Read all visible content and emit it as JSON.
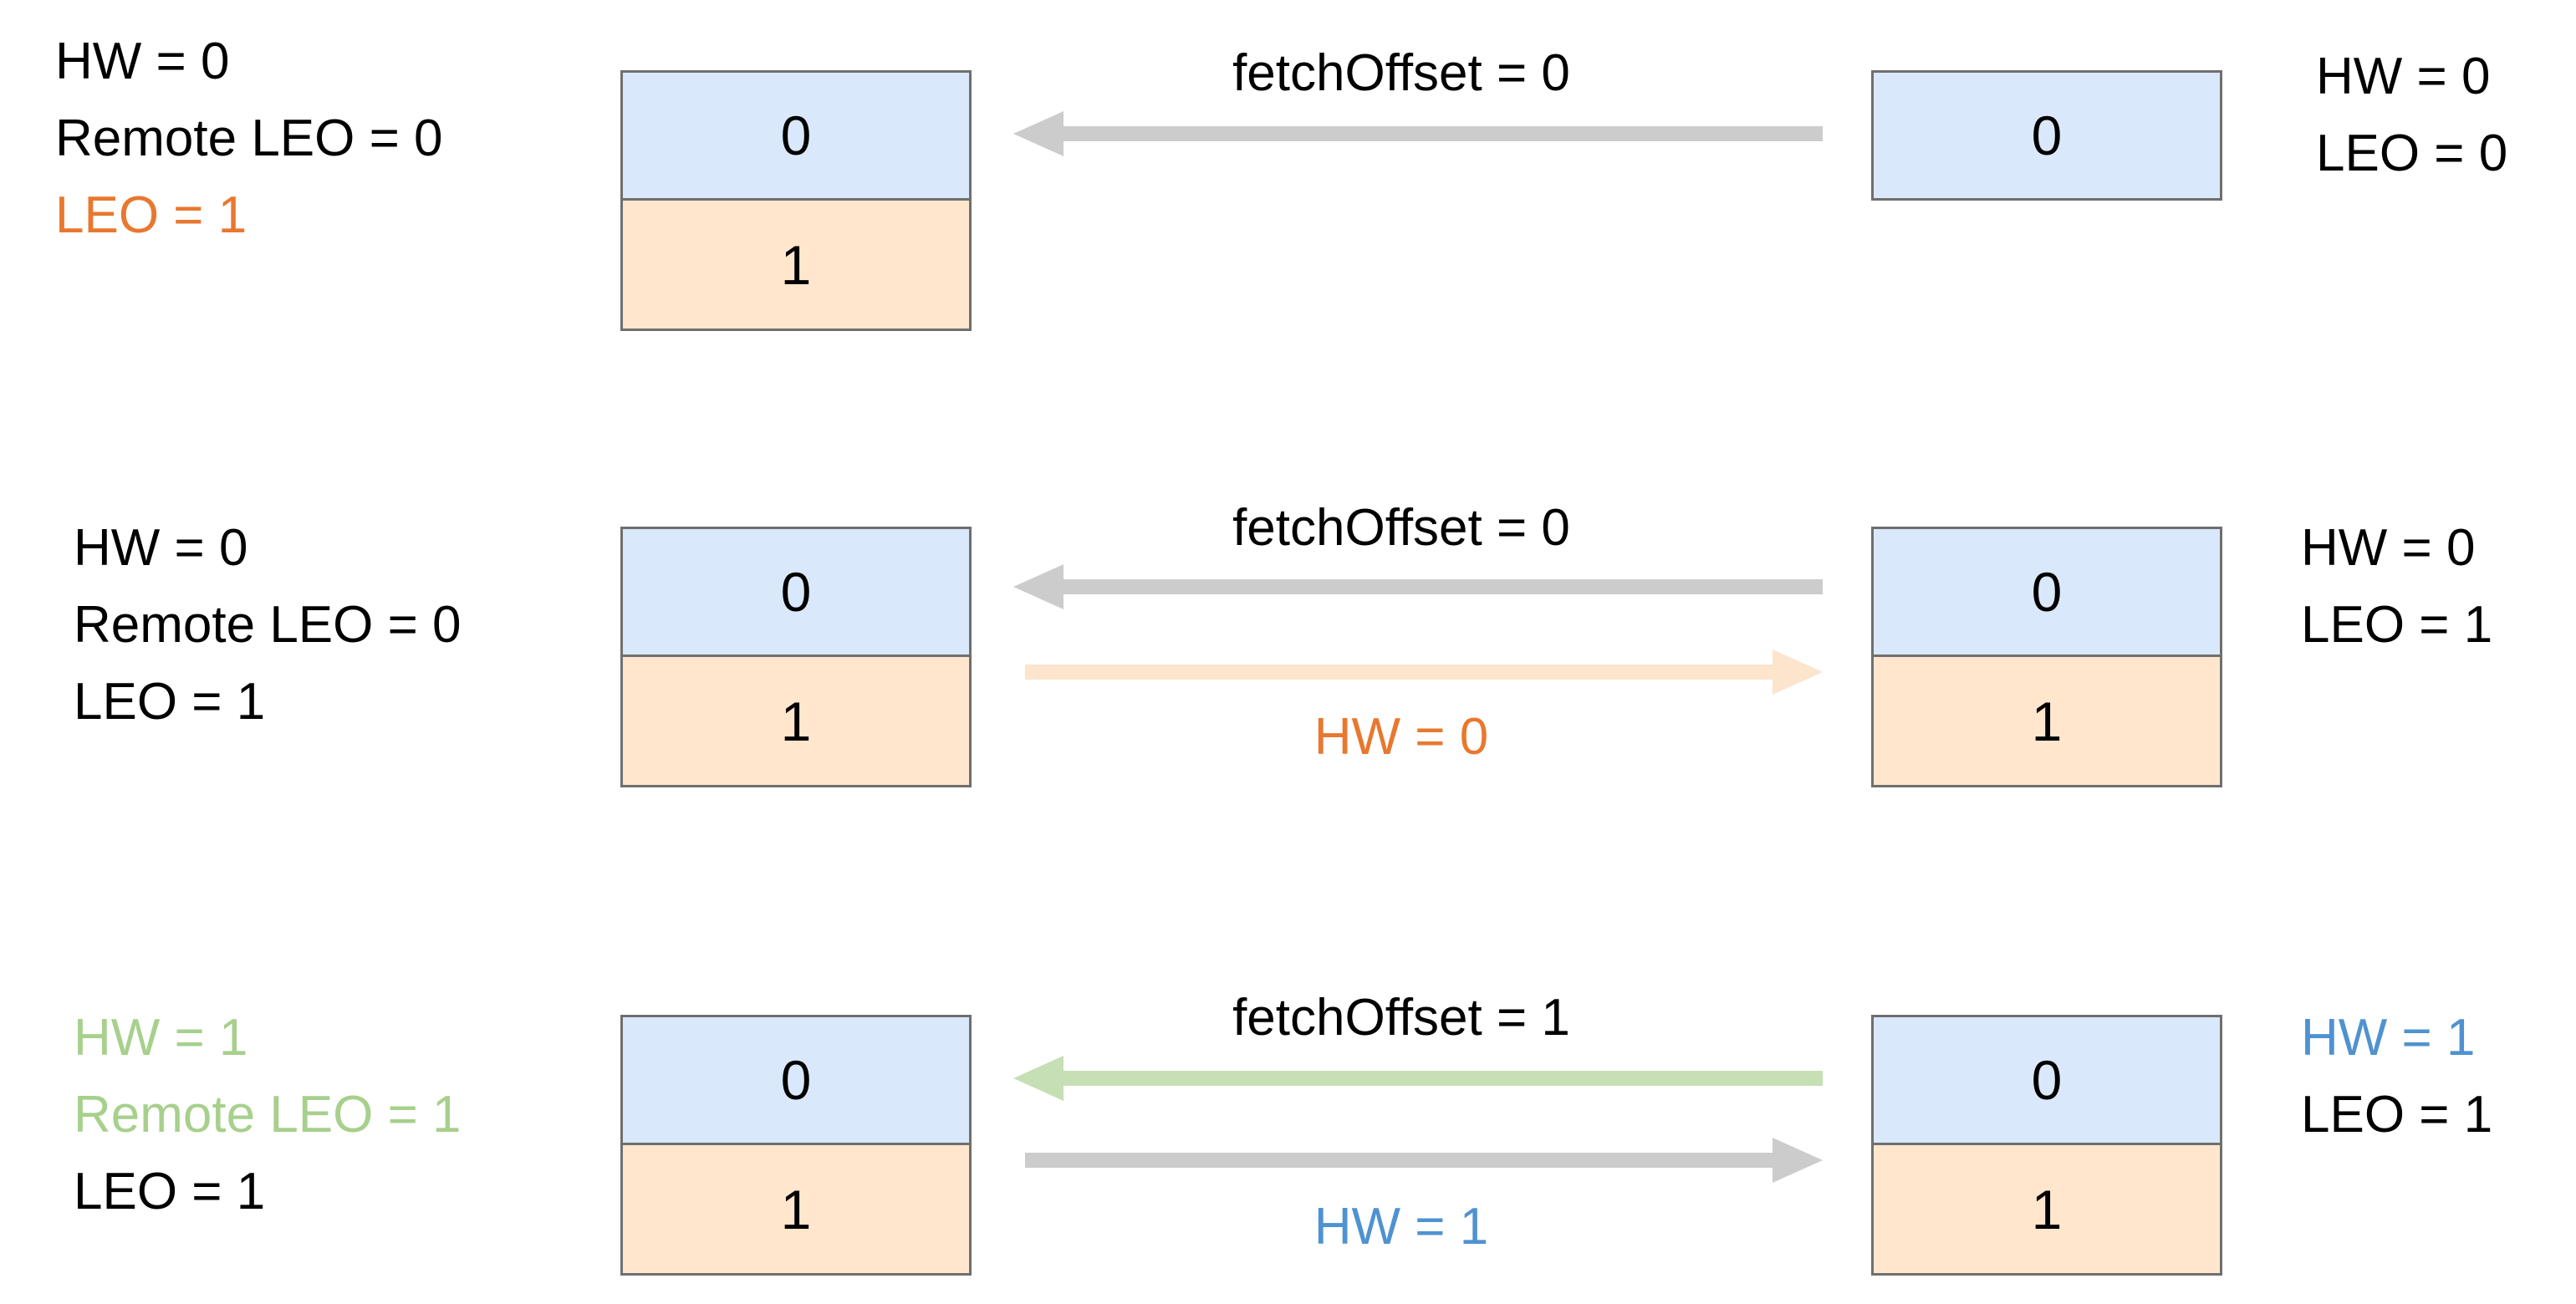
{
  "colors": {
    "black": "#000000",
    "orange": "#e8782f",
    "green": "#a7d08c",
    "blue": "#4f92d0",
    "arrow_gray": "#cccccc",
    "arrow_orange": "#fde4cc",
    "arrow_green": "#c6dfb4",
    "cell_blue": "#dae8fb",
    "cell_orange": "#ffe6cc"
  },
  "rows": [
    {
      "leader_labels": [
        {
          "text": "HW = 0",
          "color": "black"
        },
        {
          "text": "Remote LEO = 0",
          "color": "black"
        },
        {
          "text": "LEO = 1",
          "color": "orange"
        }
      ],
      "leader_cells": [
        "0",
        "1"
      ],
      "fetch_label": "fetchOffset = 0",
      "fetch_arrow_color": "arrow_gray",
      "response_label": "",
      "response_label_color": "black",
      "response_arrow_color": "",
      "follower_cells": [
        "0"
      ],
      "follower_labels": [
        {
          "text": "HW = 0",
          "color": "black"
        },
        {
          "text": "LEO = 0",
          "color": "black"
        }
      ]
    },
    {
      "leader_labels": [
        {
          "text": "HW = 0",
          "color": "black"
        },
        {
          "text": "Remote LEO = 0",
          "color": "black"
        },
        {
          "text": "LEO = 1",
          "color": "black"
        }
      ],
      "leader_cells": [
        "0",
        "1"
      ],
      "fetch_label": "fetchOffset = 0",
      "fetch_arrow_color": "arrow_gray",
      "response_label": "HW = 0",
      "response_label_color": "orange",
      "response_arrow_color": "arrow_orange",
      "follower_cells": [
        "0",
        "1"
      ],
      "follower_labels": [
        {
          "text": "HW = 0",
          "color": "black"
        },
        {
          "text": "LEO = 1",
          "color": "black"
        }
      ]
    },
    {
      "leader_labels": [
        {
          "text": "HW = 1",
          "color": "green"
        },
        {
          "text": "Remote LEO = 1",
          "color": "green"
        },
        {
          "text": "LEO = 1",
          "color": "black"
        }
      ],
      "leader_cells": [
        "0",
        "1"
      ],
      "fetch_label": "fetchOffset = 1",
      "fetch_arrow_color": "arrow_green",
      "response_label": "HW = 1",
      "response_label_color": "blue",
      "response_arrow_color": "arrow_gray",
      "follower_cells": [
        "0",
        "1"
      ],
      "follower_labels": [
        {
          "text": "HW = 1",
          "color": "blue"
        },
        {
          "text": "LEO = 1",
          "color": "black"
        }
      ]
    }
  ]
}
